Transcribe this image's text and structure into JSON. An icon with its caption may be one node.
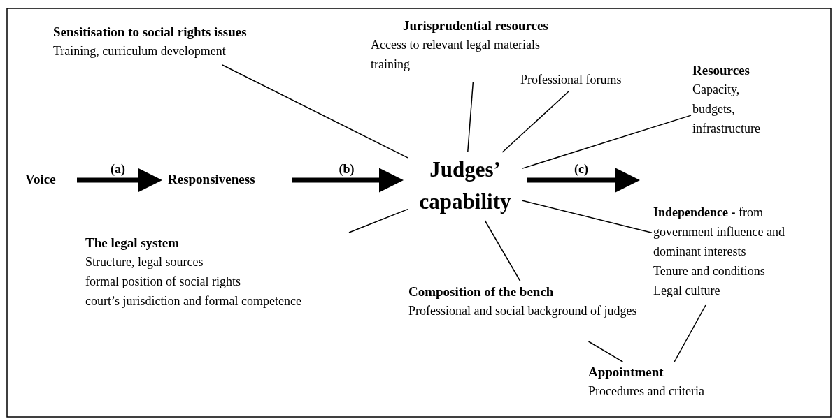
{
  "diagram": {
    "nodes": [
      {
        "text": [
          "Sensitisation to social rights issues",
          "Training, curriculum development"
        ]
      },
      {
        "text": [
          "Jurisprudential resources",
          "Access to relevant legal materials",
          "training"
        ]
      },
      {
        "text": [
          "Professional forums"
        ]
      },
      {
        "text": [
          "Resources",
          "Capacity, budgets, infrastructure"
        ]
      },
      {
        "text": [
          "Voice"
        ]
      },
      {
        "text": [
          "Responsiveness"
        ]
      },
      {
        "text": [
          "Judges’ capability"
        ]
      },
      {
        "text": [
          "The legal system",
          "Structure, legal sources",
          "formal position of social rights",
          "court’s jurisdiction and formal competence"
        ]
      },
      {
        "text": [
          "Composition of the bench",
          "Professional and social background of judges"
        ]
      },
      {
        "text": [
          "**Independence -** from government influence and dominant interests",
          "Tenure and conditions",
          "Legal culture"
        ]
      },
      {
        "text": [
          "Appointment",
          "Procedures and criteria"
        ]
      }
    ],
    "edges": [
      {
        "from": 4,
        "to": 5,
        "arrow": "to",
        "label": "(a)",
        "style": "thick"
      },
      {
        "from": 5,
        "to": 6,
        "arrow": "to",
        "label": "(b)",
        "style": "thick"
      },
      {
        "from": 6,
        "to": null,
        "arrow": "to",
        "label": "(c)",
        "style": "thick"
      },
      {
        "from": 0,
        "to": 6,
        "arrow": "none"
      },
      {
        "from": 1,
        "to": 6,
        "arrow": "none"
      },
      {
        "from": 2,
        "to": 6,
        "arrow": "none"
      },
      {
        "from": 3,
        "to": 6,
        "arrow": "none"
      },
      {
        "from": 7,
        "to": 6,
        "arrow": "none"
      },
      {
        "from": 8,
        "to": 6,
        "arrow": "none"
      },
      {
        "from": 9,
        "to": 6,
        "arrow": "none"
      },
      {
        "from": 8,
        "to": 10,
        "arrow": "none"
      },
      {
        "from": 9,
        "to": 10,
        "arrow": "none"
      }
    ]
  }
}
